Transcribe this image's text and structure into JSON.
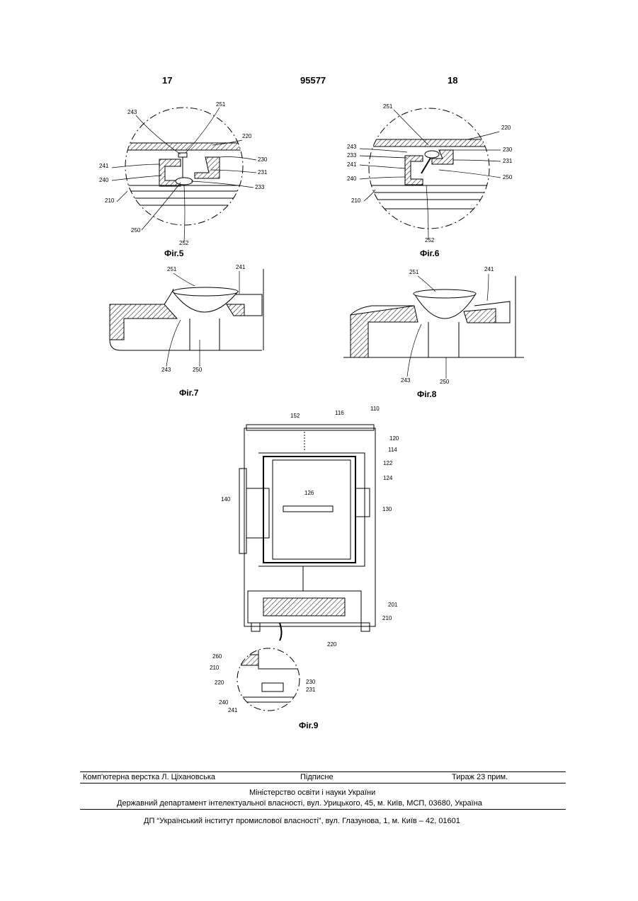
{
  "header": {
    "left_page": "17",
    "doc_number": "95577",
    "right_page": "18"
  },
  "figures": {
    "fig5": {
      "caption": "Фіг.5",
      "labels": [
        "243",
        "251",
        "220",
        "230",
        "231",
        "233",
        "241",
        "240",
        "210",
        "250",
        "252"
      ]
    },
    "fig6": {
      "caption": "Фіг.6",
      "labels": [
        "251",
        "220",
        "243",
        "233",
        "241",
        "240",
        "210",
        "230",
        "231",
        "250",
        "252"
      ]
    },
    "fig7": {
      "caption": "Фіг.7",
      "labels": [
        "251",
        "241",
        "243",
        "250"
      ]
    },
    "fig8": {
      "caption": "Фіг.8",
      "labels": [
        "251",
        "241",
        "243",
        "250"
      ]
    },
    "fig9": {
      "caption": "Фіг.9",
      "labels": [
        "152",
        "116",
        "110",
        "120",
        "114",
        "122",
        "124",
        "126",
        "130",
        "140",
        "201",
        "210",
        "220",
        "260",
        "210",
        "220",
        "230",
        "231",
        "240",
        "241"
      ]
    }
  },
  "footer": {
    "compiler": "Комп'ютерна верстка Л. Ціхановська",
    "signed": "Підписне",
    "circulation": "Тираж 23 прим.",
    "ministry": "Міністерство освіти і науки України",
    "department": "Державний департамент інтелектуальної власності, вул. Урицького, 45, м. Київ, МСП, 03680, Україна",
    "institute": "ДП “Український інститут промислової власності”, вул. Глазунова, 1, м. Київ – 42, 01601"
  }
}
